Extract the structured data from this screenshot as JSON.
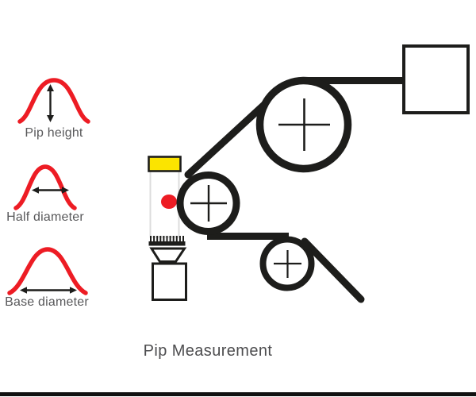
{
  "diagram": {
    "title": "Pip Measurement",
    "legend": [
      "Pip height",
      "Half diameter",
      "Base diameter"
    ],
    "colors": {
      "red": "#ed1c24",
      "black": "#1d1d1b",
      "yellow": "#fbe400",
      "column_gray": "#dcdcdc",
      "label_gray": "#58585a",
      "title_gray": "#4d4d4f"
    }
  }
}
